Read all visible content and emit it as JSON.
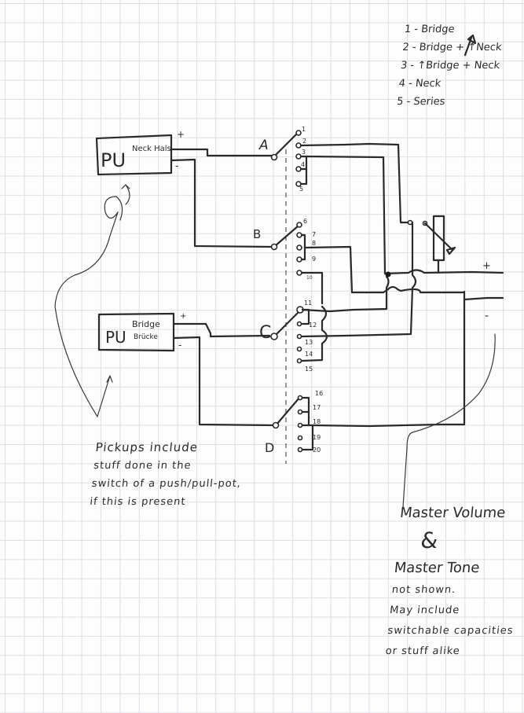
{
  "legend": {
    "items": [
      "1 - Bridge",
      "2 - Bridge + ↑Neck",
      "3 - ↑Bridge + Neck",
      "4 - Neck",
      "5 - Series"
    ]
  },
  "pickups": [
    {
      "label": "PU",
      "sublabel": "Neck Hals",
      "plus": "+",
      "minus": "-"
    },
    {
      "label": "PU",
      "sublabel_top": "Bridge",
      "sublabel_bottom": "Brücke",
      "plus": "+",
      "minus": "-"
    }
  ],
  "switch": {
    "poles": [
      "A",
      "B",
      "C",
      "D"
    ],
    "terminals": [
      "1",
      "2",
      "3",
      "4",
      "5",
      "6",
      "7",
      "8",
      "9",
      "10",
      "11",
      "12",
      "13",
      "14",
      "15",
      "16",
      "17",
      "18",
      "19",
      "20"
    ]
  },
  "output": {
    "plus": "+",
    "minus": "-"
  },
  "notes": {
    "left": [
      "Pickups include",
      "stuff done in the",
      "switch of a push/pull-pot,",
      "if this is present"
    ],
    "right": {
      "line1": "Master Volume",
      "ampersand": "&",
      "line2": "Master Tone",
      "line3": "not shown.",
      "line4": "May include",
      "line5": "switchable capacities",
      "line6": "or stuff alike"
    }
  }
}
